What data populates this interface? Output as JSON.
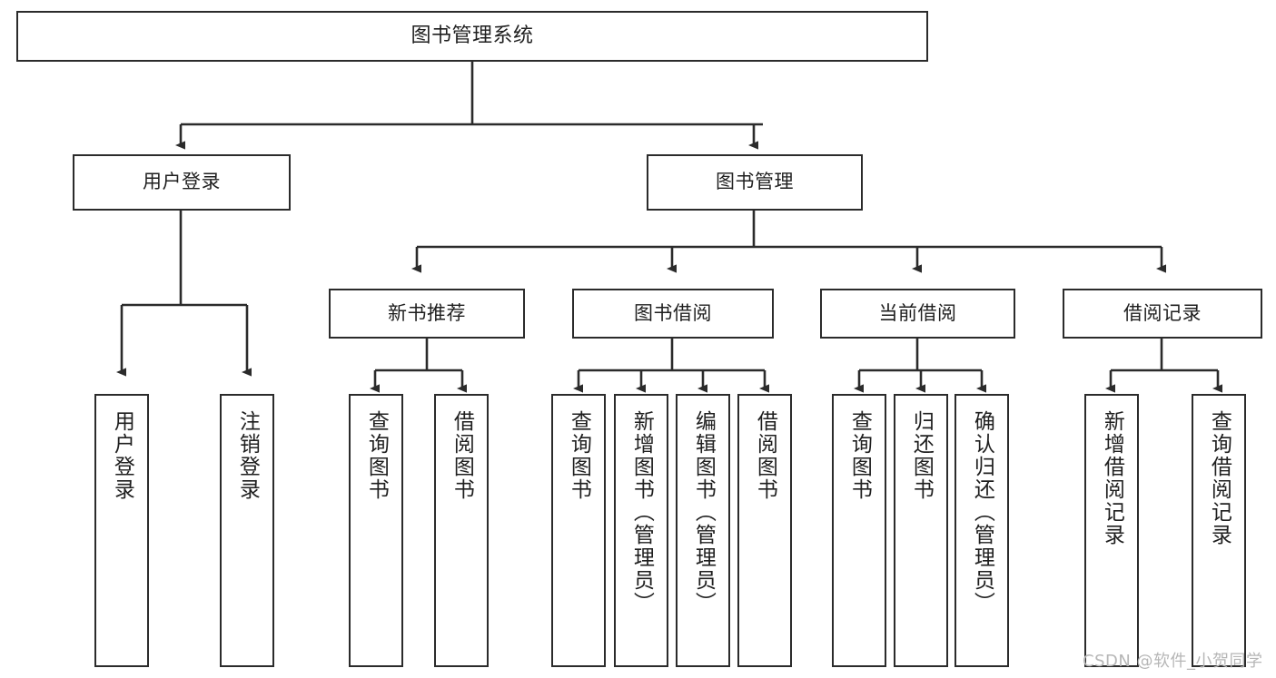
{
  "diagram": {
    "title": "图书管理系统",
    "watermark": "CSDN @软件_小贺同学",
    "colors": {
      "stroke": "#2b2b2b",
      "fill": "#ffffff",
      "text": "#1f1f1f",
      "watermark": "#b6b6b6"
    },
    "levels": {
      "root": {
        "label": "图书管理系统"
      },
      "level2": [
        {
          "label": "用户登录"
        },
        {
          "label": "图书管理"
        }
      ],
      "level3": [
        {
          "label": "新书推荐"
        },
        {
          "label": "图书借阅"
        },
        {
          "label": "当前借阅"
        },
        {
          "label": "借阅记录"
        }
      ],
      "leaves": {
        "user_login": [
          {
            "label": "用户登录"
          },
          {
            "label": "注销登录"
          }
        ],
        "new_book_recommend": [
          {
            "label": "查询图书"
          },
          {
            "label": "借阅图书"
          }
        ],
        "book_borrow": [
          {
            "label": "查询图书"
          },
          {
            "label": "新增图书（管理员）"
          },
          {
            "label": "编辑图书（管理员）"
          },
          {
            "label": "借阅图书"
          }
        ],
        "current_borrow": [
          {
            "label": "查询图书"
          },
          {
            "label": "归还图书"
          },
          {
            "label": "确认归还（管理员）"
          }
        ],
        "borrow_record": [
          {
            "label": "新增借阅记录"
          },
          {
            "label": "查询借阅记录"
          }
        ]
      }
    }
  }
}
